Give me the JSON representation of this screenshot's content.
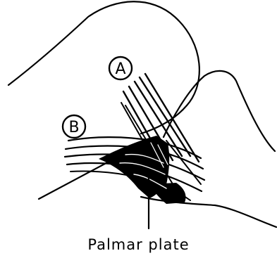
{
  "labels": {
    "a": "A",
    "b": "B",
    "caption": "Palmar plate"
  },
  "colors": {
    "ink": "#000000",
    "background": "#ffffff"
  }
}
